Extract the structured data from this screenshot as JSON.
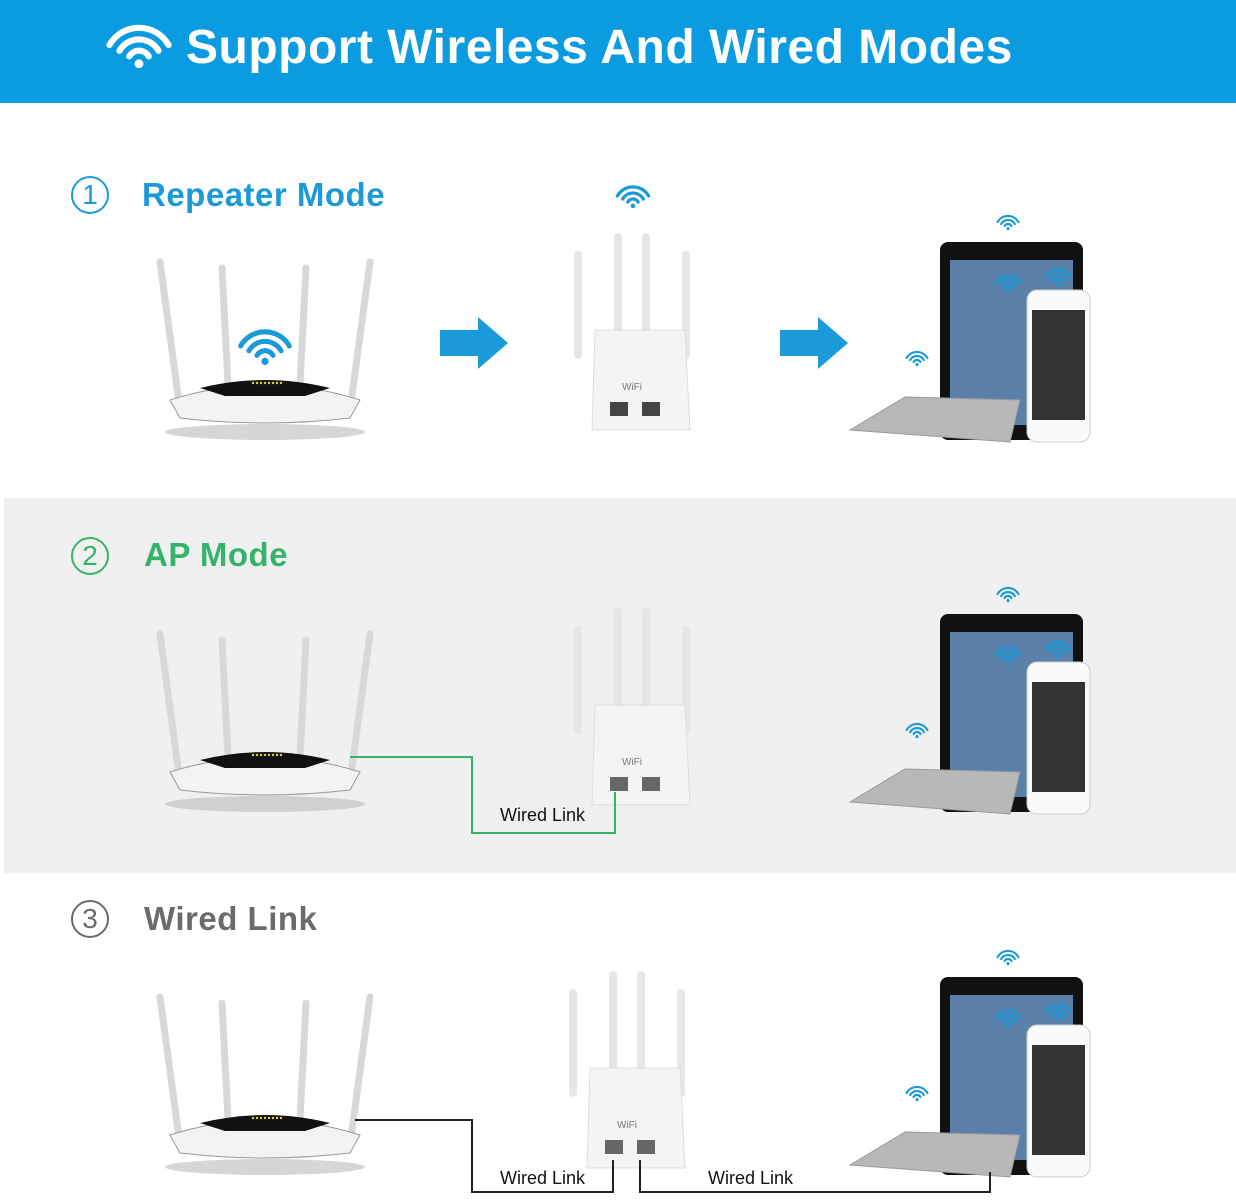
{
  "header": {
    "title": "Support Wireless And Wired Modes",
    "icon": "wifi-icon"
  },
  "colors": {
    "header": "#0a9be0",
    "repeater": "#1a9ad8",
    "ap": "#35b36a",
    "wired": "#6b6b6b"
  },
  "sections": [
    {
      "number": "1",
      "title": "Repeater Mode"
    },
    {
      "number": "2",
      "title": "AP Mode"
    },
    {
      "number": "3",
      "title": "Wired Link"
    }
  ],
  "device_label": "WiFi",
  "wired_labels": [
    "Wired Link",
    "Wired Link",
    "Wired Link"
  ]
}
